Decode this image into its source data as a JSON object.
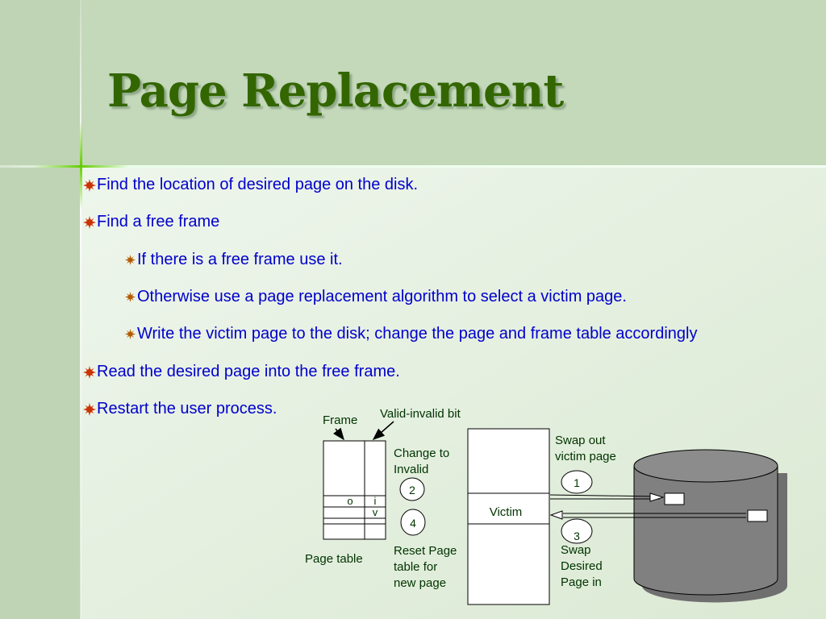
{
  "slide": {
    "title": "Page Replacement",
    "bullets": [
      {
        "level": 1,
        "text": "Find the location of desired page on the disk."
      },
      {
        "level": 1,
        "text": "Find a free frame"
      },
      {
        "level": 2,
        "text": "If there is a free frame use it."
      },
      {
        "level": 2,
        "text": "Otherwise use a page replacement algorithm to select a victim page."
      },
      {
        "level": 2,
        "text": "Write the victim page to the disk; change the page and frame table accordingly"
      },
      {
        "level": 1,
        "text": "Read the desired page into the free frame."
      },
      {
        "level": 1,
        "text": "Restart the user process."
      }
    ]
  },
  "diagram": {
    "frame_label": "Frame",
    "valid_invalid_label": "Valid-invalid bit",
    "row_o": "o",
    "row_i": "i",
    "row_v": "v",
    "page_table_label": "Page table",
    "change_to_invalid": [
      "Change to",
      "Invalid"
    ],
    "step2": "2",
    "step4": "4",
    "reset_page_table": [
      "Reset Page",
      "table for",
      "new page"
    ],
    "victim_label": "Victim",
    "swap_out": [
      "Swap out",
      "victim page"
    ],
    "step1": "1",
    "step3": "3",
    "swap_in": [
      "Swap",
      "Desired",
      "Page in"
    ]
  },
  "colors": {
    "title": "#336600",
    "body_text": "#0000cc",
    "diagram_text": "#003300",
    "disk_fill": "#808080",
    "bullet_mark": "#cc3300"
  },
  "icons": {
    "bullet_level1": "starburst-bullet-icon",
    "bullet_level2": "small-starburst-bullet-icon"
  }
}
